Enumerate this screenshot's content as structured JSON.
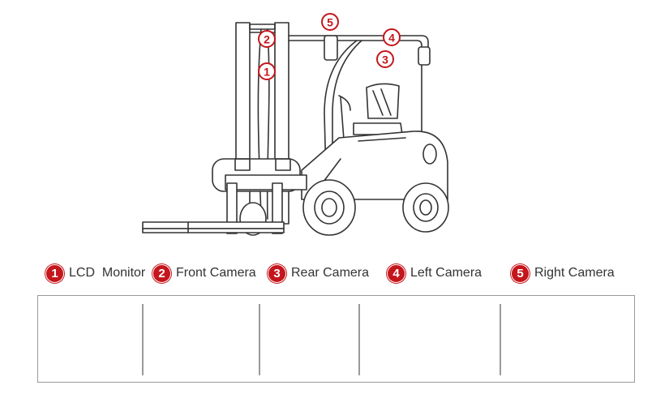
{
  "callouts": [
    "1",
    "2",
    "3",
    "4",
    "5"
  ],
  "legend": [
    {
      "number": "1",
      "label": "LCD  Monitor"
    },
    {
      "number": "2",
      "label": "Front Camera"
    },
    {
      "number": "3",
      "label": "Rear Camera"
    },
    {
      "number": "4",
      "label": "Left Camera"
    },
    {
      "number": "5",
      "label": "Right Camera"
    }
  ],
  "thumbnails": [
    "lcd-monitor-icon",
    "forklift-front-view-icon",
    "forklift-rear-view-icon",
    "forklift-left-view-icon",
    "forklift-right-view-icon"
  ],
  "colors": {
    "badge": "#c4161c",
    "line": "#333333",
    "border": "#9a9a9a"
  }
}
